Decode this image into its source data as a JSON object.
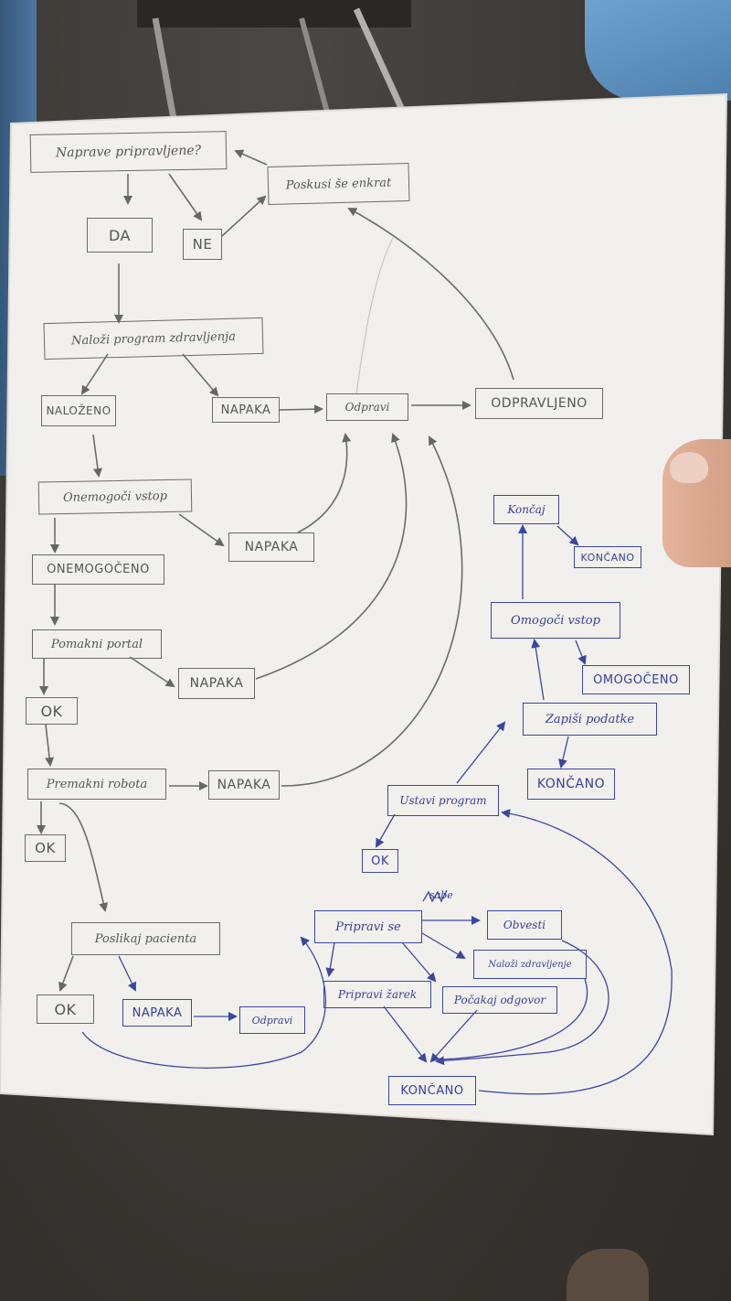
{
  "colors": {
    "pencil": "#6b6b6b",
    "pen": "#3a46a0",
    "paper": "#f1f0ec"
  },
  "pencil_nodes": {
    "naprave": "Naprave pripravljene?",
    "poskusi": "Poskusi še enkrat",
    "da": "DA",
    "ne": "NE",
    "nalozi_program": "Naloži program zdravljenja",
    "nalozeno": "NALOŽENO",
    "napaka_1": "NAPAKA",
    "odpravi": "Odpravi",
    "odpravljeno": "ODPRAVLJENO",
    "onemogoci": "Onemogoči vstop",
    "napaka_2": "NAPAKA",
    "onemogoceno": "ONEMOGOČENO",
    "pomakni_portal": "Pomakni portal",
    "napaka_3": "NAPAKA",
    "ok_1": "OK",
    "premakni_robota": "Premakni robota",
    "napaka_4": "NAPAKA",
    "ok_2": "OK",
    "poslikaj": "Poslikaj pacienta",
    "ok_3": "OK"
  },
  "pen_nodes": {
    "napaka_5": "NAPAKA",
    "odpravi_2": "Odpravi",
    "koncaj": "Končaj",
    "koncano_1": "KONČANO",
    "omogoci": "Omogoči vstop",
    "omogoceno": "OMOGOČENO",
    "zapisi": "Zapiši podatke",
    "koncano_2": "KONČANO",
    "ustavi": "Ustavi program",
    "ok_4": "OK",
    "pripravi": "Pripravi se",
    "obvesti": "Obvesti",
    "nalozi_2": "Naloži zdravljenje",
    "pripravi_zarek": "Pripravi žarek",
    "pocakaj": "Počakaj odgovor",
    "koncano_3": "KONČANO"
  },
  "scribble": "sabe"
}
